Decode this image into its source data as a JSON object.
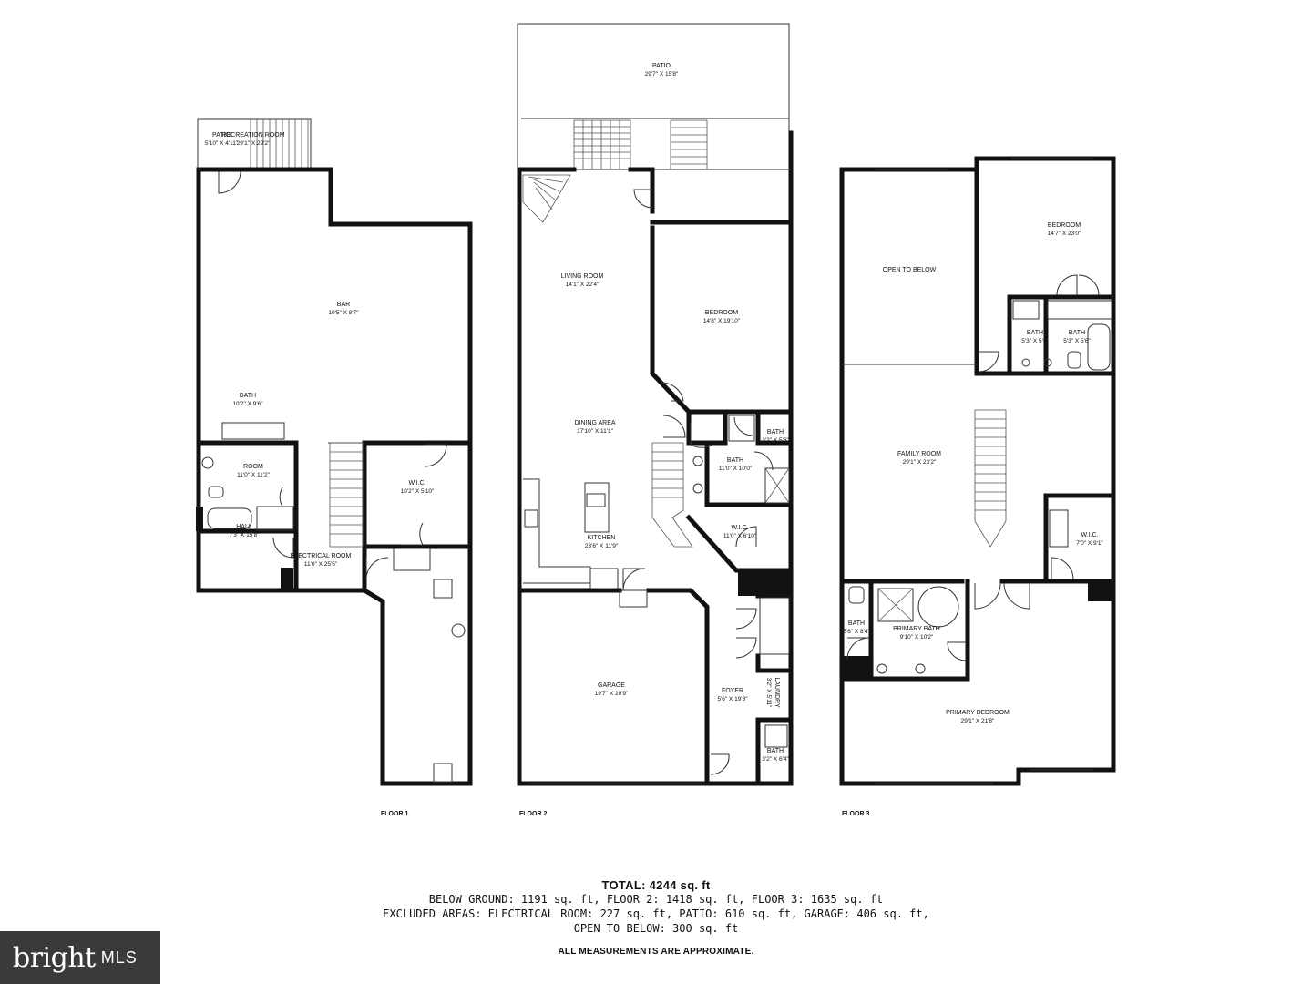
{
  "floors": [
    {
      "name": "FLOOR 1",
      "rooms": [
        {
          "name": "PATIO",
          "dims": "5'10\" X 4'11\""
        },
        {
          "name": "RECREATION ROOM",
          "dims": "29'1\" X 29'2\""
        },
        {
          "name": "BAR",
          "dims": "10'5\" X 8'7\""
        },
        {
          "name": "BATH",
          "dims": "10'2\" X 9'6\""
        },
        {
          "name": "ROOM",
          "dims": "11'0\" X 11'2\""
        },
        {
          "name": "W.I.C.",
          "dims": "10'2\" X 5'10\""
        },
        {
          "name": "HALL",
          "dims": "7'3\" X 15'8\""
        },
        {
          "name": "ELECTRICAL ROOM",
          "dims": "11'0\" X 25'5\""
        }
      ]
    },
    {
      "name": "FLOOR 2",
      "rooms": [
        {
          "name": "PATIO",
          "dims": "29'7\" X 15'8\""
        },
        {
          "name": "LIVING ROOM",
          "dims": "14'1\" X 22'4\""
        },
        {
          "name": "BEDROOM",
          "dims": "14'8\" X 19'10\""
        },
        {
          "name": "DINING AREA",
          "dims": "17'10\" X 11'1\""
        },
        {
          "name": "BATH",
          "dims": "3'2\" X 5'6\""
        },
        {
          "name": "BATH",
          "dims": "11'0\" X 10'0\""
        },
        {
          "name": "W.I.C.",
          "dims": "11'0\" X 6'10\""
        },
        {
          "name": "KITCHEN",
          "dims": "23'6\" X 11'9\""
        },
        {
          "name": "GARAGE",
          "dims": "19'7\" X 20'9\""
        },
        {
          "name": "FOYER",
          "dims": "5'6\" X 19'3\""
        },
        {
          "name": "LAUNDRY",
          "dims": "3'2\" X 5'11\""
        },
        {
          "name": "BATH",
          "dims": "3'2\" X 6'4\""
        }
      ]
    },
    {
      "name": "FLOOR 3",
      "rooms": [
        {
          "name": "OPEN TO BELOW",
          "dims": ""
        },
        {
          "name": "BEDROOM",
          "dims": "14'7\" X 23'0\""
        },
        {
          "name": "BATH",
          "dims": "5'3\" X 5'6\""
        },
        {
          "name": "BATH",
          "dims": "5'3\" X 5'6\""
        },
        {
          "name": "FAMILY ROOM",
          "dims": "29'1\" X 23'2\""
        },
        {
          "name": "W.I.C.",
          "dims": "7'0\" X 9'1\""
        },
        {
          "name": "BATH",
          "dims": "5'6\" X 8'4\""
        },
        {
          "name": "PRIMARY BATH",
          "dims": "9'10\" X 10'2\""
        },
        {
          "name": "PRIMARY BEDROOM",
          "dims": "29'1\" X 21'8\""
        }
      ]
    }
  ],
  "summary": {
    "total": "TOTAL: 4244 sq. ft",
    "line1": "BELOW GROUND: 1191 sq. ft, FLOOR 2: 1418 sq. ft, FLOOR 3: 1635 sq. ft",
    "line2": "EXCLUDED AREAS: ELECTRICAL ROOM: 227 sq. ft, PATIO: 610 sq. ft, GARAGE: 406 sq. ft,",
    "line3": "OPEN TO BELOW: 300 sq. ft",
    "note": "ALL MEASUREMENTS ARE APPROXIMATE."
  },
  "watermark": {
    "brand": "bright",
    "suffix": "MLS"
  }
}
